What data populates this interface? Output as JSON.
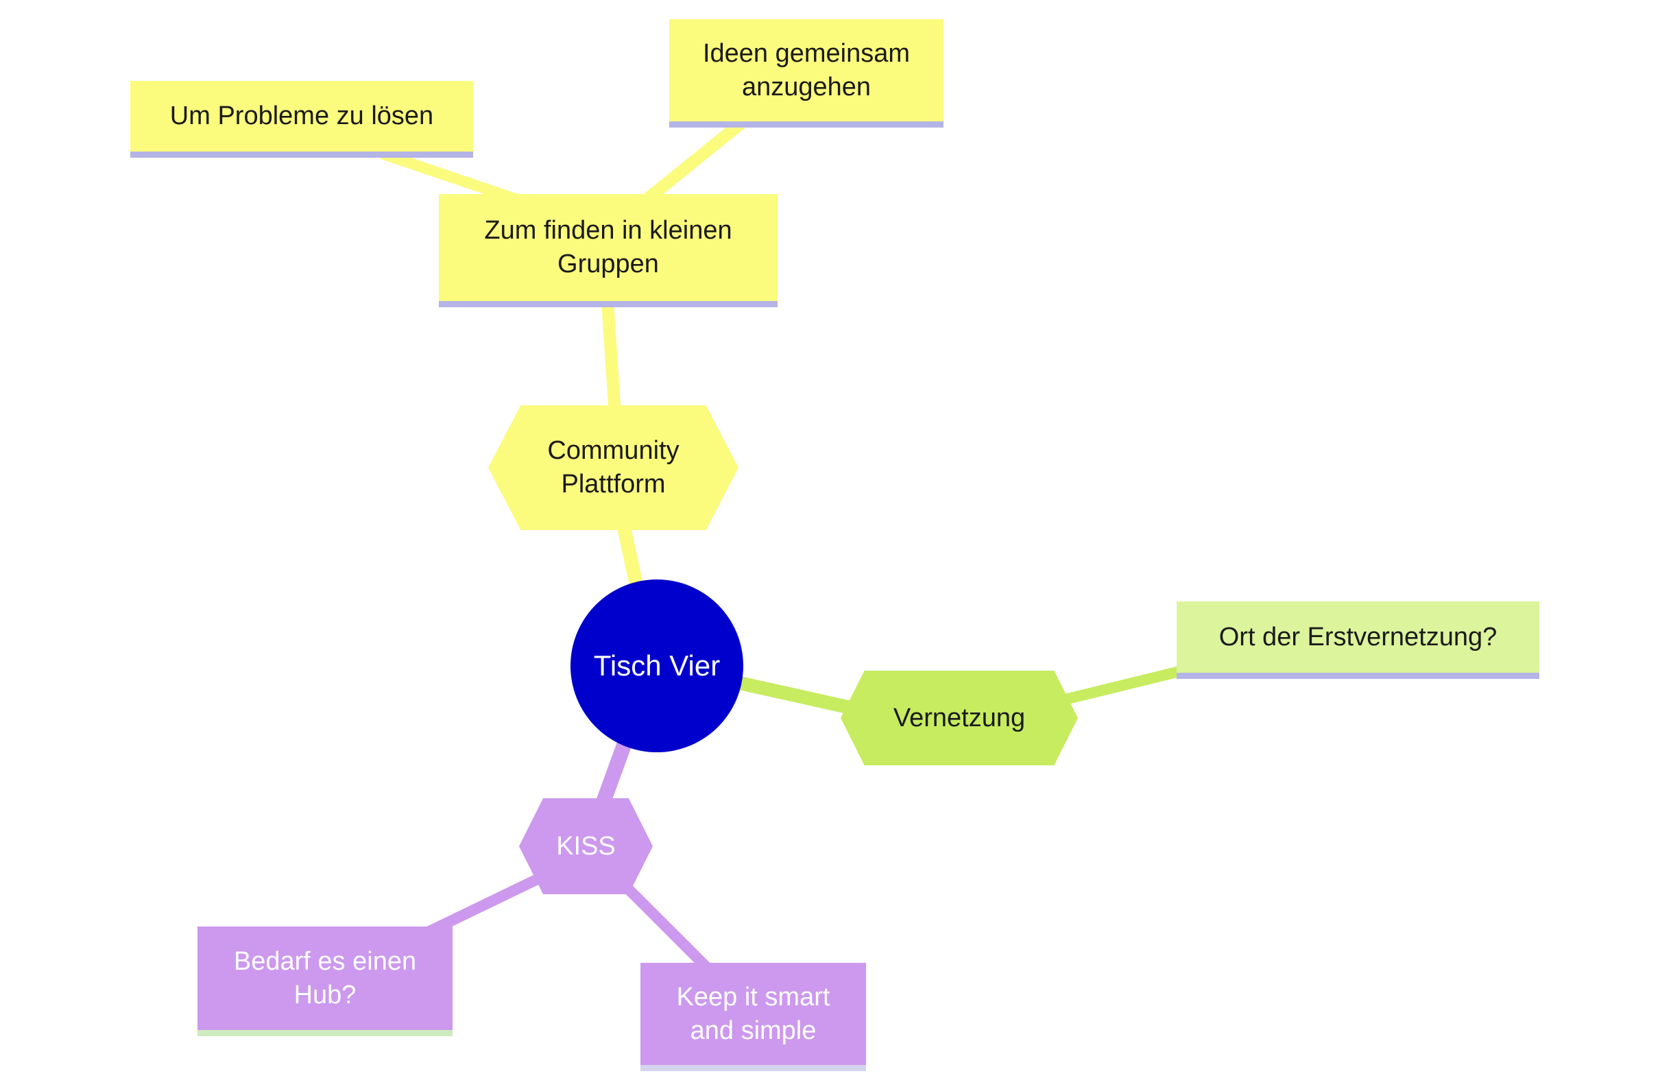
{
  "nodes": {
    "root": "Tisch Vier",
    "community": "Community Plattform",
    "zum_finden": "Zum finden in kleinen Gruppen",
    "um_probleme": "Um Probleme zu lösen",
    "ideen": "Ideen gemeinsam anzugehen",
    "vernetzung": "Vernetzung",
    "ort": "Ort der Erstvernetzung?",
    "kiss": "KISS",
    "hub": "Bedarf es einen Hub?",
    "keep": "Keep it smart and simple"
  },
  "edges": [
    {
      "from": "um_probleme",
      "to": "zum_finden",
      "branch": "yellow"
    },
    {
      "from": "ideen",
      "to": "zum_finden",
      "branch": "yellow"
    },
    {
      "from": "zum_finden",
      "to": "community",
      "branch": "yellow"
    },
    {
      "from": "community",
      "to": "root",
      "branch": "yellow"
    },
    {
      "from": "root",
      "to": "vernetzung",
      "branch": "green"
    },
    {
      "from": "vernetzung",
      "to": "ort",
      "branch": "green"
    },
    {
      "from": "root",
      "to": "kiss",
      "branch": "purple"
    },
    {
      "from": "kiss",
      "to": "hub",
      "branch": "purple"
    },
    {
      "from": "kiss",
      "to": "keep",
      "branch": "purple"
    }
  ],
  "colors": {
    "yellow": "#FBFB7E",
    "lavender": "#B4B4E6",
    "blue": "#0000CC",
    "green": "#C7EC60",
    "green_light": "#DCF49B",
    "purple": "#CC99EE",
    "green_pale": "#CDEBBE",
    "lavender_pale": "#D4D4EE",
    "text_dark": "#1A1A1A",
    "text_light": "#FFFFFF"
  }
}
